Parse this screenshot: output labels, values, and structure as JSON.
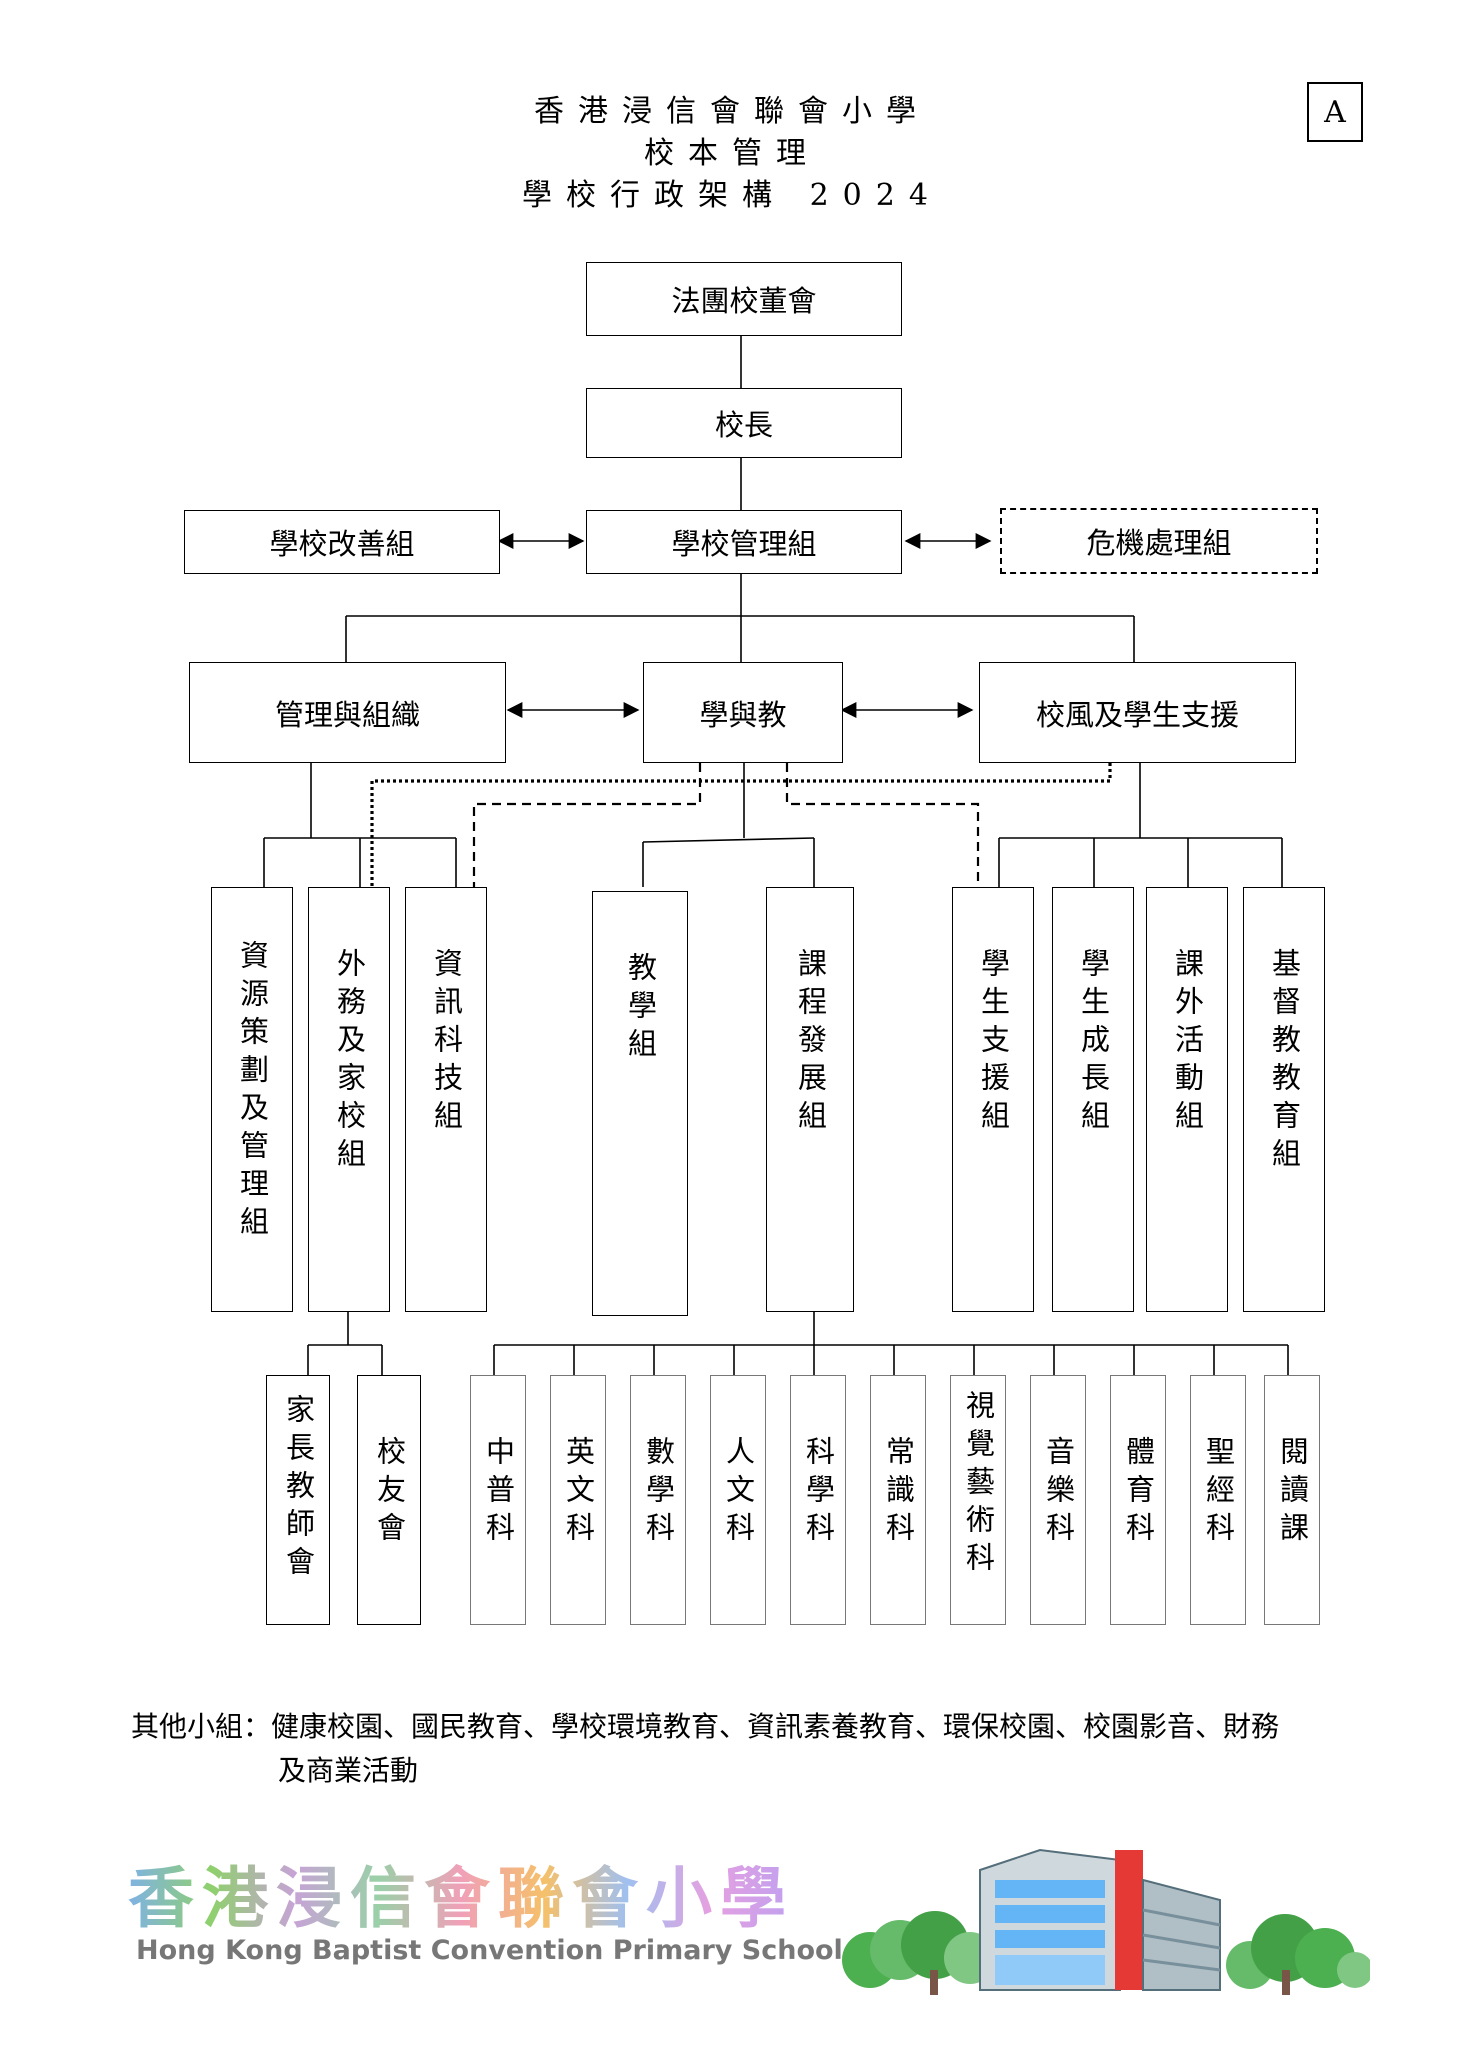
{
  "header": {
    "line1": "香港浸信會聯會小學",
    "line2": "校本管理",
    "line3": "學校行政架構 2024",
    "corner_label": "A"
  },
  "org": {
    "board": "法團校董會",
    "principal": "校長",
    "improvement": "學校改善組",
    "management": "學校管理組",
    "crisis": "危機處理組",
    "dept_admin": "管理與組織",
    "dept_teaching": "學與教",
    "dept_ethos": "校風及學生支援",
    "groups": {
      "resources": "資源策劃及管理組",
      "external": "外務及家校組",
      "it": "資訊科技組",
      "teaching": "教學組",
      "curriculum": "課程發展組",
      "support": "學生支援組",
      "growth": "學生成長組",
      "extracurricular": "課外活動組",
      "christian": "基督教教育組"
    },
    "associations": {
      "pta": "家長教師會",
      "alumni": "校友會"
    },
    "subjects": [
      "中普科",
      "英文科",
      "數學科",
      "人文科",
      "科學科",
      "常識科",
      "視覺藝術科",
      "音樂科",
      "體育科",
      "聖經科",
      "閱讀課"
    ]
  },
  "footer": {
    "other_groups": "其他小組：健康校園、國民教育、學校環境教育、資訊素養教育、環保校園、校園影音、財務",
    "other_groups_cont": "及商業活動",
    "logo_cn": "香港浸信會聯會小學",
    "logo_en": "Hong Kong Baptist Convention Primary School",
    "logo_colors": [
      "#7fb2e5",
      "#8fd06d",
      "#c7a3d6",
      "#9ad0a8",
      "#f0a0b8",
      "#f5c06a",
      "#a0c0f0",
      "#e5a0e0",
      "#c0a0f0"
    ]
  }
}
